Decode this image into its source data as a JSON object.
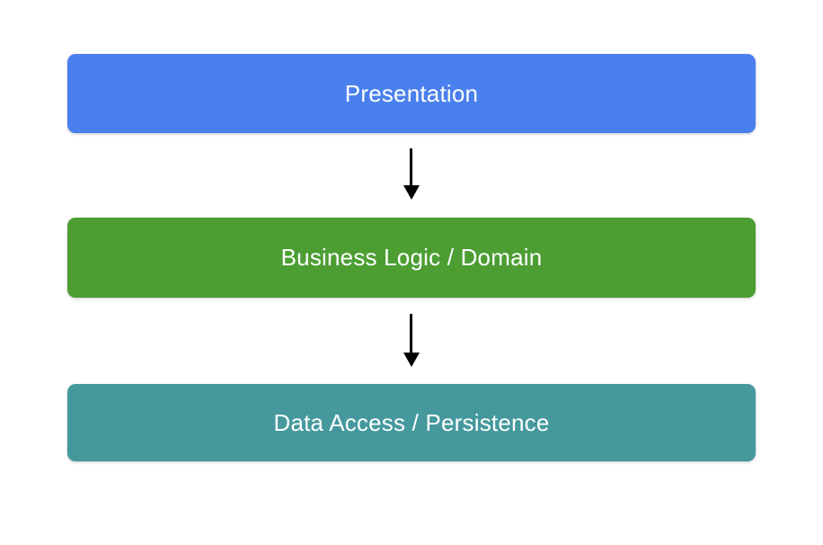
{
  "diagram": {
    "name": "layered-architecture-diagram",
    "background_color": "#ffffff",
    "text_color": "#ffffff",
    "arrow_color": "#000000",
    "layers": [
      {
        "label": "Presentation",
        "color": "#4a80ee"
      },
      {
        "label": "Business Logic / Domain",
        "color": "#4c9e33"
      },
      {
        "label": "Data Access / Persistence",
        "color": "#45999d"
      }
    ],
    "connections": [
      {
        "from": "Presentation",
        "to": "Business Logic / Domain",
        "type": "down-arrow"
      },
      {
        "from": "Business Logic / Domain",
        "to": "Data Access / Persistence",
        "type": "down-arrow"
      }
    ]
  }
}
